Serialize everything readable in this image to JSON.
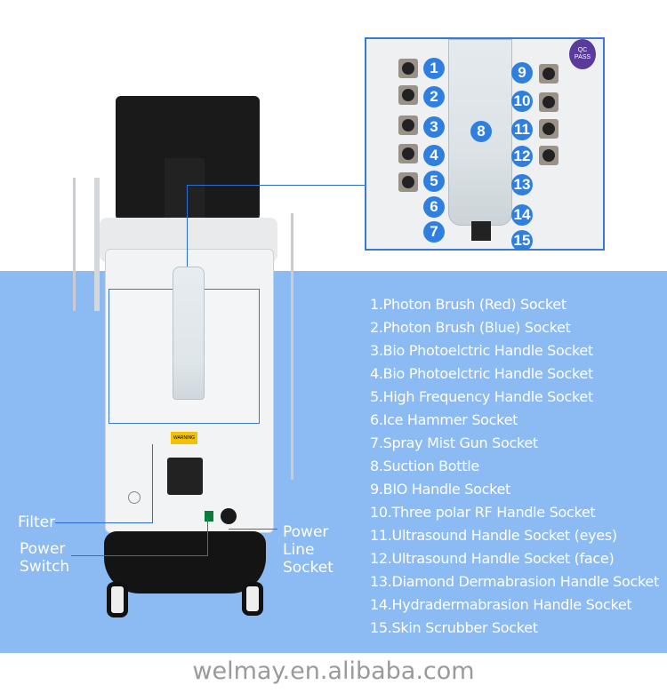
{
  "inset": {
    "numbers": [
      "1",
      "2",
      "3",
      "4",
      "5",
      "6",
      "7",
      "8",
      "9",
      "10",
      "11",
      "12",
      "13",
      "14",
      "15"
    ],
    "badge": "QC PASS"
  },
  "callouts": {
    "filter": "Filter",
    "power_switch": "Power Switch",
    "power_line_socket": "Power Line Socket"
  },
  "warning_label": "WARNING",
  "legend": [
    "1.Photon Brush (Red) Socket",
    "2.Photon Brush (Blue) Socket",
    "3.Bio Photoelctric Handle Socket",
    "4.Bio Photoelctric Handle Socket",
    "5.High Frequency Handle Socket",
    "6.Ice Hammer Socket",
    "7.Spray Mist Gun Socket",
    "8.Suction Bottle",
    "9.BIO  Handle Socket",
    "10.Three polar RF Handle Socket",
    "11.Ultrasound Handle Socket (eyes)",
    "12.Ultrasound Handle Socket (face)",
    "13.Diamond Dermabrasion Handle Socket",
    "14.Hydradermabrasion Handle Socket",
    "15.Skin Scrubber Socket"
  ],
  "footer": "welmay.en.alibaba.com"
}
